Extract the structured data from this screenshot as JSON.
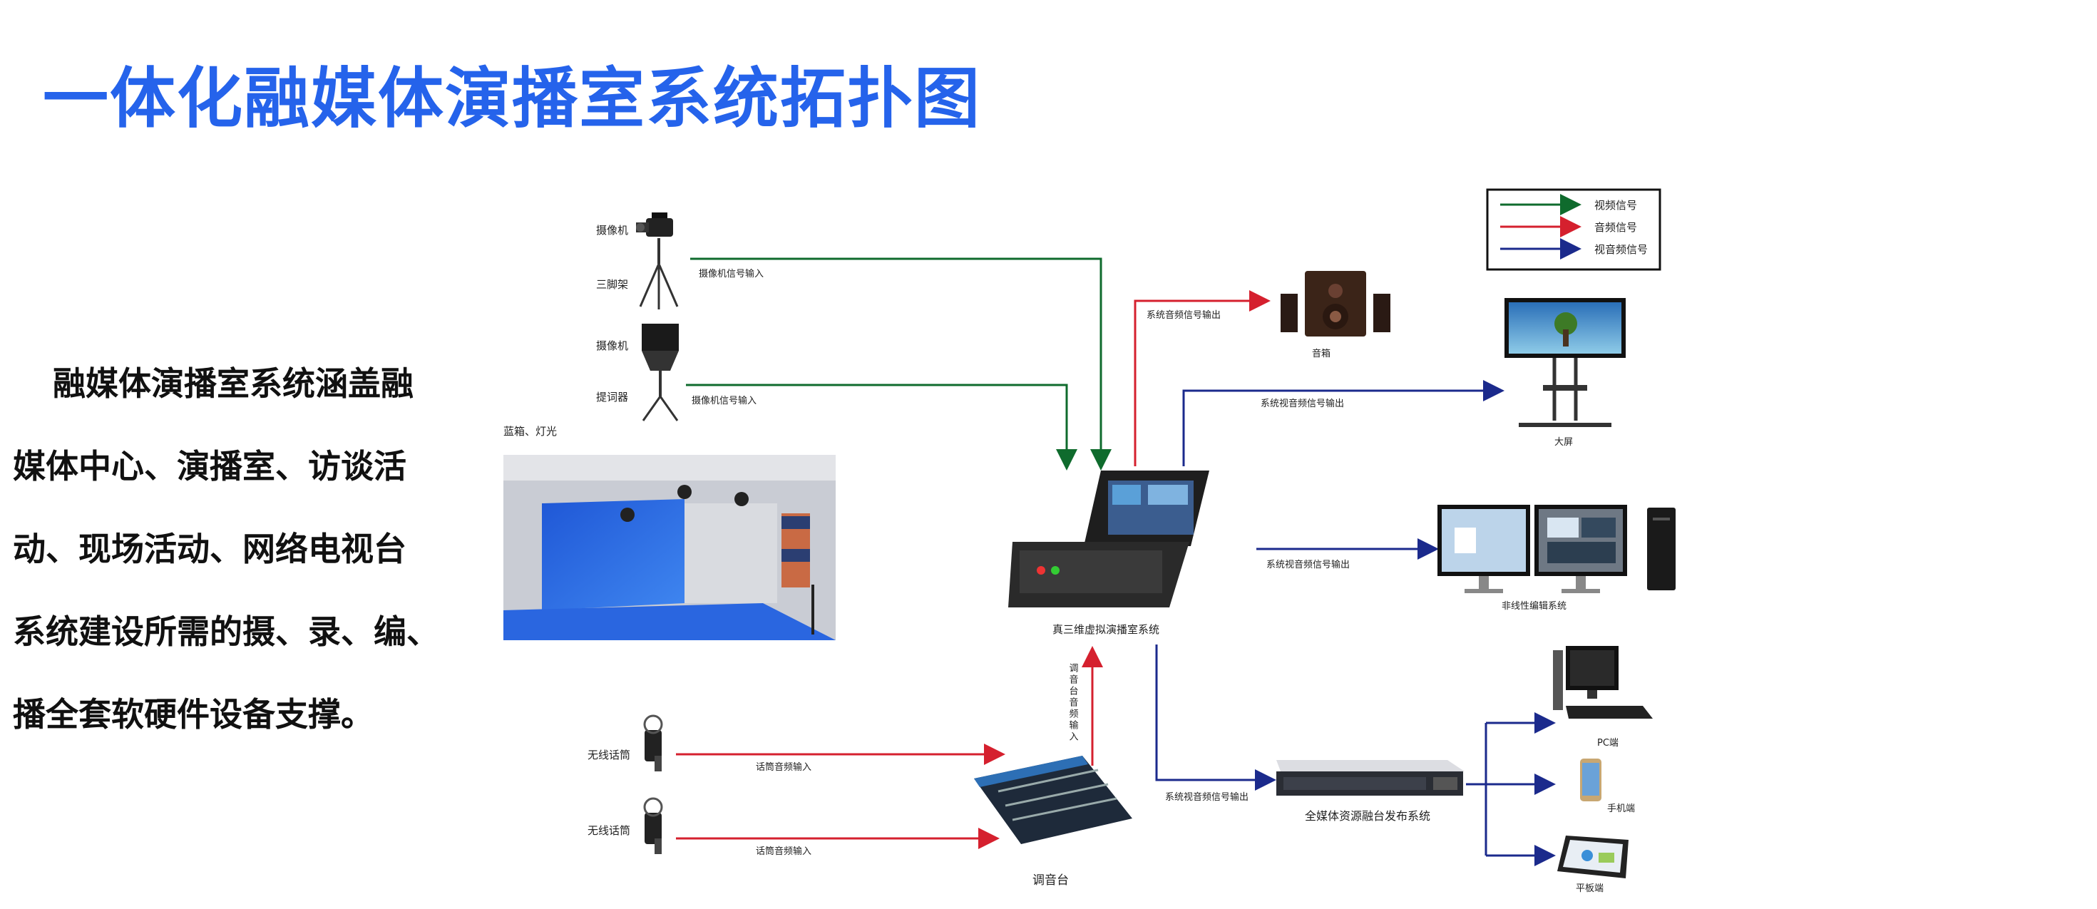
{
  "title": "一体化融媒体演播室系统拓扑图",
  "description": [
    "融媒体演播室系统涵盖融",
    "媒体中心、演播室、访谈活",
    "动、现场活动、网络电视台",
    "系统建设所需的摄、录、编、",
    "播全套软硬件设备支撑。"
  ],
  "legend": {
    "video": "视频信号",
    "audio": "音频信号",
    "av": "视音频信号",
    "colors": {
      "video": "#0f6b2d",
      "audio": "#d5202e",
      "av": "#1b2a8c"
    }
  },
  "devices": {
    "camera1": "摄像机",
    "tripod": "三脚架",
    "camera2": "摄像机",
    "teleprompter": "提词器",
    "bluebox": "蓝箱、灯光",
    "core": "真三维虚拟演播室系统",
    "speaker": "音箱",
    "bigscreen": "大屏",
    "nle": "非线性编辑系统",
    "mic1": "无线话筒",
    "mic2": "无线话筒",
    "mixer": "调音台",
    "server": "全媒体资源融台发布系统",
    "pc": "PC端",
    "phone": "手机端",
    "tablet": "平板端"
  },
  "signals": {
    "cam1_in": "摄像机信号输入",
    "cam2_in": "摄像机信号输入",
    "audio_out": "系统音频信号输出",
    "av_out_screen": "系统视音频信号输出",
    "av_out_nle": "系统视音频信号输出",
    "av_out_server": "系统视音频信号输出",
    "mic1_in": "话筒音频输入",
    "mic2_in": "话筒音频输入",
    "mixer_in": "调音台音频输入"
  },
  "icons": [
    "video-camera-icon",
    "tripod-icon",
    "teleprompter-icon",
    "speaker-icon",
    "tv-stand-icon",
    "switcher-icon",
    "monitor-icon",
    "mic-icon",
    "mixer-icon",
    "server-icon",
    "pc-icon",
    "phone-icon",
    "tablet-icon"
  ]
}
